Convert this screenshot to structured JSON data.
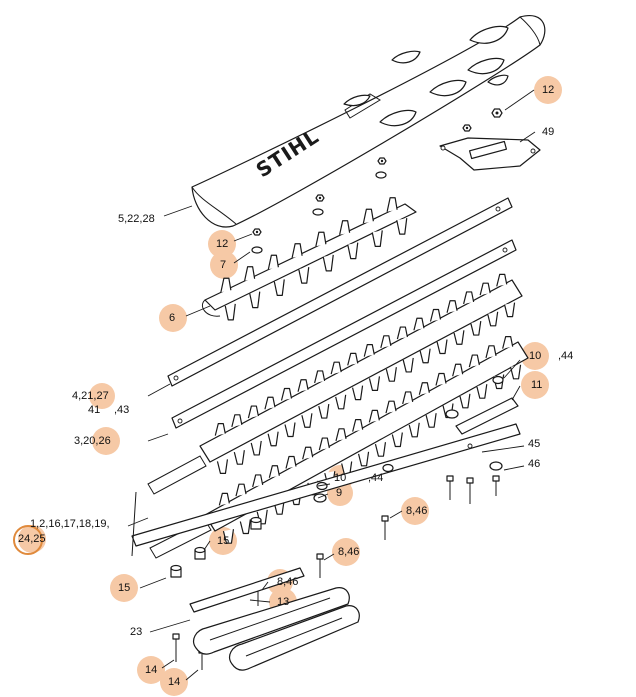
{
  "brand_logo": "STIHL",
  "labels": {
    "l12a": "12",
    "l49": "49",
    "l5": "5,22,28",
    "l12b": "12",
    "l7": "7",
    "l6": "6",
    "l10a": "10",
    "l44a": ",44",
    "l11": "11",
    "l4": "4,21,27",
    "l41": "41",
    "l43": ",43",
    "l3": "3,20,26",
    "l45": "45",
    "l46": "46",
    "l10b": "10",
    "l44b": ",44",
    "l9": "9",
    "l846a": "8,46",
    "l1": "1,2,16,17,18,19,",
    "l24": "24,25",
    "l15a": "15",
    "l846b": "8,46",
    "l15b": "15",
    "l846c": "8,46",
    "l13": "13",
    "l23": "23",
    "l14a": "14",
    "l14b": "14"
  },
  "highlight_color": "#f6c9a6",
  "selected_ring_color": "#e08a3c"
}
